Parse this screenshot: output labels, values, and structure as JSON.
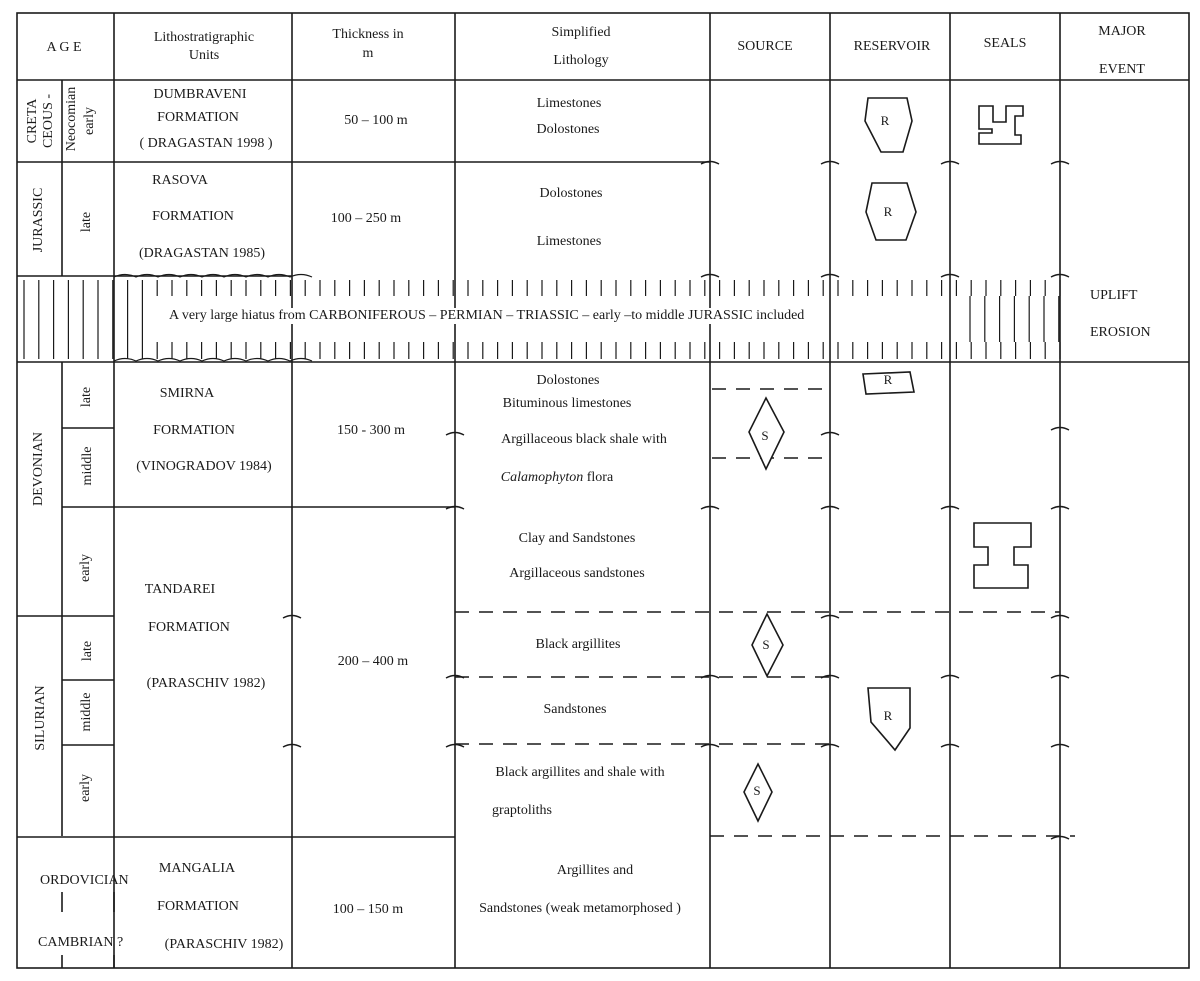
{
  "headers": {
    "age": "A G E",
    "litho": [
      "Lithostratigraphic",
      "Units"
    ],
    "thickness": [
      "Thickness in",
      "m"
    ],
    "lithology": [
      "Simplified",
      "Lithology"
    ],
    "source": "SOURCE",
    "reservoir": "RESERVOIR",
    "seals": "SEALS",
    "event": [
      "MAJOR",
      "EVENT"
    ]
  },
  "cretaceous": {
    "period": [
      "CRETA",
      "CEOUS -"
    ],
    "epoch": [
      "Neocomian",
      "early"
    ],
    "unit": [
      "DUMBRAVENI",
      "FORMATION",
      "( DRAGASTAN 1998 )"
    ],
    "thickness": "50 – 100 m",
    "lithology": [
      "Limestones",
      "Dolostones"
    ]
  },
  "jurassic": {
    "period": "JURASSIC",
    "epoch": "late",
    "unit": [
      "RASOVA",
      "FORMATION",
      "(DRAGASTAN 1985)"
    ],
    "thickness": "100 – 250 m",
    "lithology": [
      "Dolostones",
      "Limestones"
    ]
  },
  "hiatus": {
    "text": "A very large hiatus   from  CARBONIFEROUS – PERMIAN – TRIASSIC – early –to    middle    JURASSIC   included",
    "event": [
      "UPLIFT",
      "EROSION"
    ]
  },
  "devonian": {
    "period": "DEVONIAN",
    "epochs": [
      "late",
      "middle",
      "early"
    ],
    "unit": [
      "SMIRNA",
      "FORMATION",
      "(VINOGRADOV 1984)"
    ],
    "thickness": "150  - 300 m",
    "lithology_upper": [
      "Dolostones",
      "Bituminous limestones",
      "Argillaceous black shale with"
    ],
    "flora_name": "Calamophyton",
    "flora_suffix": " flora",
    "lithology_lower": [
      "Clay and Sandstones",
      "Argillaceous sandstones"
    ]
  },
  "silurian": {
    "period": "SILURIAN",
    "epochs": [
      "late",
      "middle",
      "early"
    ],
    "unit": [
      "TANDAREI",
      "FORMATION",
      "(PARASCHIV 1982)"
    ],
    "thickness": "200 – 400 m",
    "lithology": [
      "Black argillites",
      "Sandstones",
      "Black argillites and shale with",
      "graptoliths"
    ]
  },
  "ordovician": {
    "period": "ORDOVICIAN",
    "period2": "CAMBRIAN ?",
    "unit": [
      "MANGALIA",
      "FORMATION",
      "(PARASCHIV 1982)"
    ],
    "thickness": "100 – 150 m",
    "lithology": [
      "Argillites and",
      "Sandstones (weak  metamorphosed )"
    ]
  },
  "symbols": {
    "reservoir": "R",
    "source": "S"
  }
}
